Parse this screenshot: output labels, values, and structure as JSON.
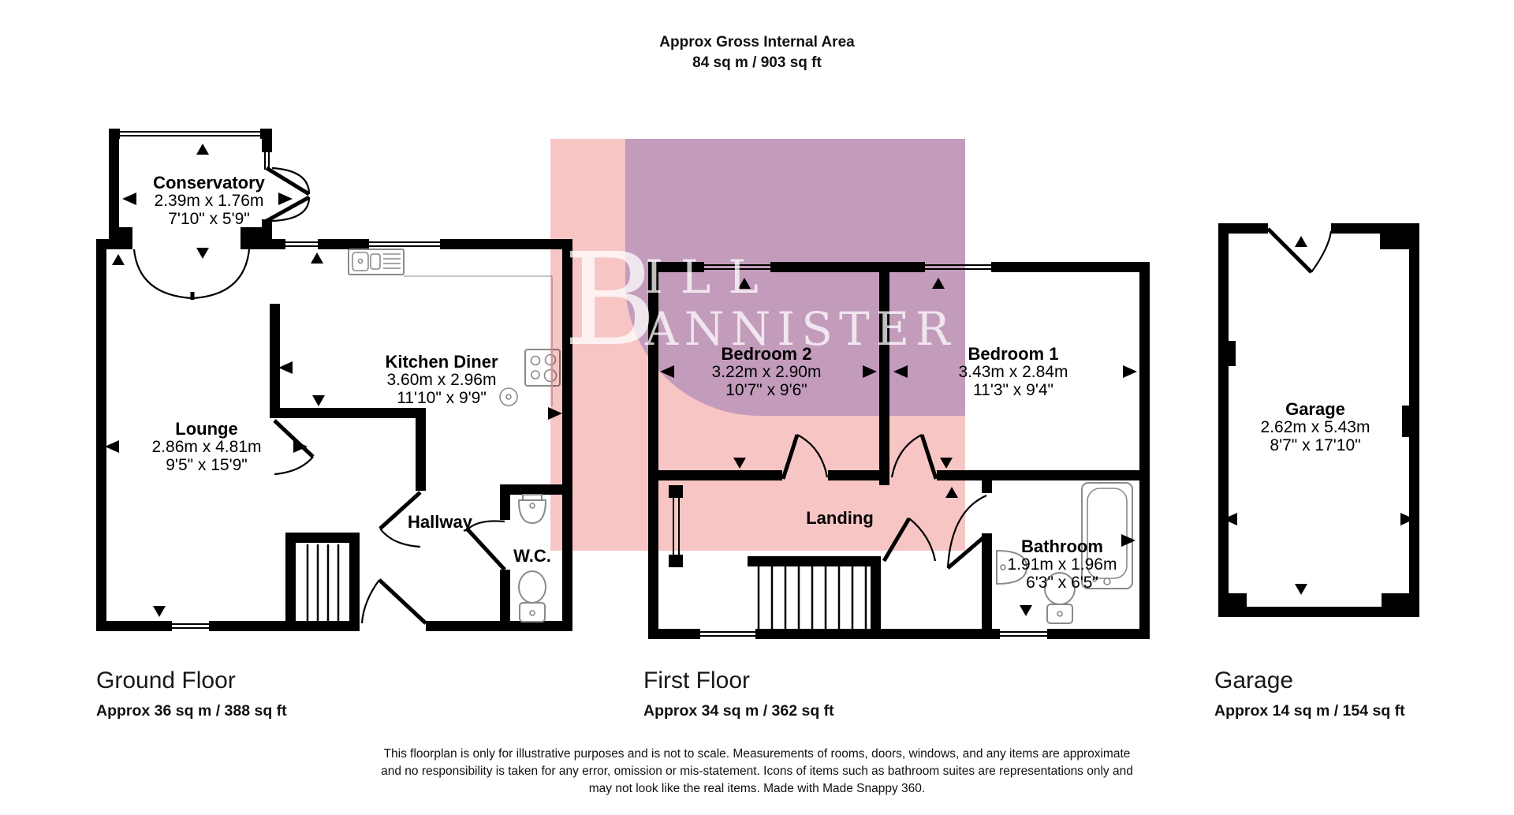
{
  "header": {
    "title": "Approx Gross Internal Area",
    "subtitle": "84 sq m / 903 sq ft"
  },
  "rooms": {
    "conservatory": {
      "name": "Conservatory",
      "metric": "2.39m x 1.76m",
      "imperial": "7'10\" x 5'9\""
    },
    "lounge": {
      "name": "Lounge",
      "metric": "2.86m x 4.81m",
      "imperial": "9'5\" x 15'9\""
    },
    "kitchen": {
      "name": "Kitchen Diner",
      "metric": "3.60m x 2.96m",
      "imperial": "11'10\" x 9'9\""
    },
    "hallway": {
      "name": "Hallway"
    },
    "wc": {
      "name": "W.C."
    },
    "bedroom2": {
      "name": "Bedroom 2",
      "metric": "3.22m x 2.90m",
      "imperial": "10'7\" x 9'6\""
    },
    "bedroom1": {
      "name": "Bedroom 1",
      "metric": "3.43m x 2.84m",
      "imperial": "11'3\" x 9'4\""
    },
    "landing": {
      "name": "Landing"
    },
    "bathroom": {
      "name": "Bathroom",
      "metric": "1.91m x 1.96m",
      "imperial": "6'3\" x 6'5\""
    },
    "garage": {
      "name": "Garage",
      "metric": "2.62m x 5.43m",
      "imperial": "8'7\" x 17'10\""
    }
  },
  "floors": [
    {
      "title": "Ground Floor",
      "area": "Approx 36 sq m / 388 sq ft"
    },
    {
      "title": "First Floor",
      "area": "Approx 34 sq m / 362 sq ft"
    },
    {
      "title": "Garage",
      "area": "Approx 14 sq m / 154 sq ft"
    }
  ],
  "watermark": {
    "initial": "B",
    "line1": "ILL",
    "line2": "ANNISTER",
    "pink": "#f8c5c5",
    "blue": "#c9c9f2"
  },
  "icons": [
    "kitchen-sink-icon",
    "hob-icon",
    "small-sink-icon",
    "wc-basin-icon",
    "wc-toilet-icon",
    "bathroom-basin-icon",
    "bathroom-toilet-icon",
    "bathtub-icon",
    "stairs-icon",
    "door-swing-icon",
    "window-icon",
    "dimension-arrow-icon"
  ],
  "disclaimer": {
    "line1": "This floorplan is only for illustrative purposes and is not to scale. Measurements of rooms, doors, windows, and any items are approximate",
    "line2": "and no responsibility is taken for any error, omission or mis-statement. Icons of items such as bathroom suites are representations only and",
    "line3": "may not look like the real items. Made with Made Snappy 360."
  }
}
